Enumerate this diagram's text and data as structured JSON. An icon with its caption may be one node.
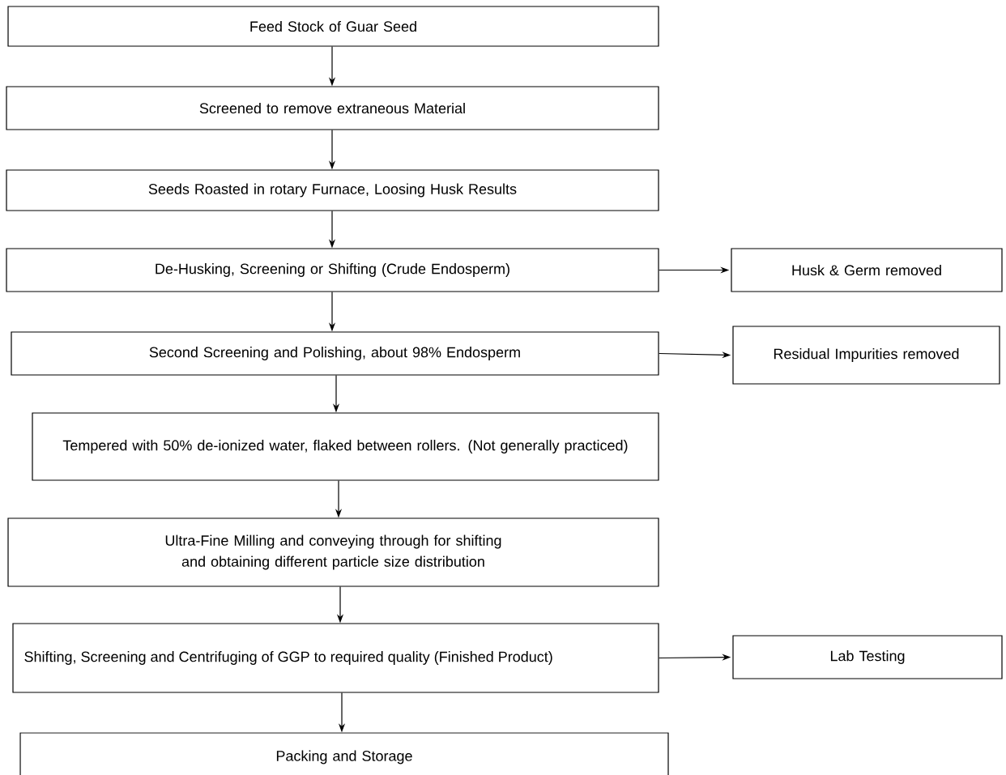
{
  "diagram": {
    "nodes": [
      {
        "text": [
          "Feed Stock of Guar Seed"
        ]
      },
      {
        "text": [
          "Screened to remove extraneous Material"
        ]
      },
      {
        "text": [
          "Seeds Roasted in rotary Furnace, Loosing Husk Results"
        ]
      },
      {
        "text": [
          "De-Husking, Screening or Shifting (Crude Endosperm)"
        ]
      },
      {
        "text": [
          "Husk & Germ removed"
        ]
      },
      {
        "text": [
          "Second Screening and Polishing, about 98% Endosperm"
        ]
      },
      {
        "text": [
          "Residual Impurities removed"
        ]
      },
      {
        "text": [
          "Tempered with 50% de-ionized water, flaked between rollers. (Not generally practiced)"
        ]
      },
      {
        "text": [
          "Ultra-Fine Milling and conveying through for shifting and obtaining different particle size distribution"
        ]
      },
      {
        "text": [
          "Shifting, Screening and Centrifuging of GGP to required quality (Finished Product)"
        ]
      },
      {
        "text": [
          "Lab Testing"
        ]
      },
      {
        "text": [
          "Packing and Storage"
        ]
      }
    ],
    "edges": [
      {
        "from": 0,
        "to": 1,
        "arrow": "to"
      },
      {
        "from": 1,
        "to": 2,
        "arrow": "to"
      },
      {
        "from": 2,
        "to": 3,
        "arrow": "to"
      },
      {
        "from": 3,
        "to": 4,
        "arrow": "to"
      },
      {
        "from": 3,
        "to": 5,
        "arrow": "to"
      },
      {
        "from": 5,
        "to": 6,
        "arrow": "to"
      },
      {
        "from": 5,
        "to": 7,
        "arrow": "to"
      },
      {
        "from": 7,
        "to": 8,
        "arrow": "to"
      },
      {
        "from": 8,
        "to": 9,
        "arrow": "to"
      },
      {
        "from": 9,
        "to": 10,
        "arrow": "to"
      },
      {
        "from": 9,
        "to": 11,
        "arrow": "to"
      }
    ]
  }
}
